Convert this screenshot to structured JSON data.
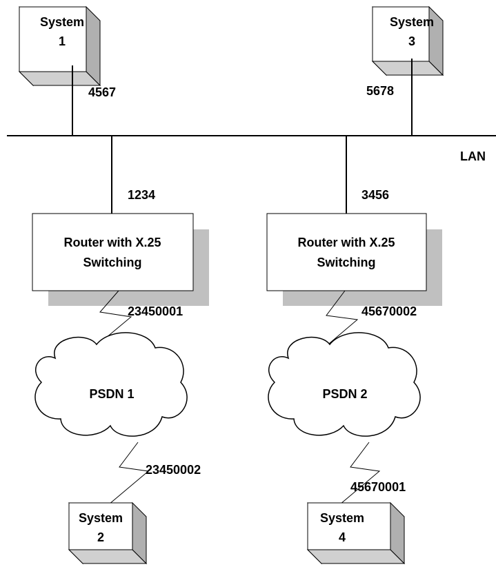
{
  "systems": {
    "system1": {
      "line1": "System",
      "line2": "1"
    },
    "system2": {
      "line1": "System",
      "line2": "2"
    },
    "system3": {
      "line1": "System",
      "line2": "3"
    },
    "system4": {
      "line1": "System",
      "line2": "4"
    }
  },
  "routers": {
    "router1": {
      "line1": "Router with X.25",
      "line2": "Switching"
    },
    "router2": {
      "line1": "Router with X.25",
      "line2": "Switching"
    }
  },
  "clouds": {
    "psdn1": "PSDN 1",
    "psdn2": "PSDN 2"
  },
  "lan_label": "LAN",
  "addresses": {
    "system1": "4567",
    "system3": "5678",
    "router1_lan": "1234",
    "router2_lan": "3456",
    "router1_x25": "23450001",
    "router2_x25": "45670002",
    "system2_x25": "23450002",
    "system4_x25": "45670001"
  },
  "colors": {
    "box_face": "#ffffff",
    "box_side": "#b0b0b0",
    "box_top": "#d8d8d8",
    "router_shadow": "#c0c0c0",
    "line": "#000000"
  }
}
